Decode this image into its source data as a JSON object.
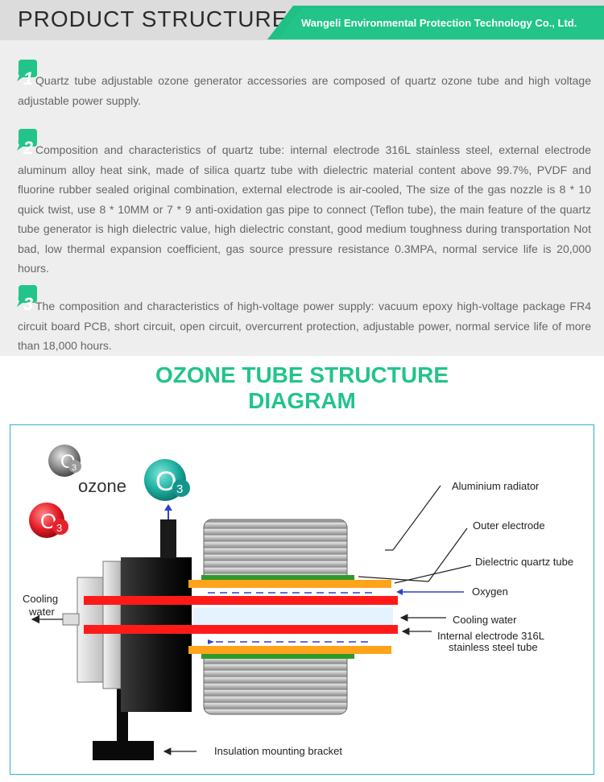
{
  "header": {
    "title": "PRODUCT STRUCTURE",
    "company": "Wangeli Environmental Protection Technology Co., Ltd."
  },
  "items": [
    {
      "number": "1",
      "text": "Quartz tube adjustable ozone generator accessories are composed of quartz ozone tube and high voltage adjustable power supply."
    },
    {
      "number": "2",
      "text": "Composition and characteristics of quartz tube: internal electrode 316L stainless steel, external electrode aluminum alloy heat sink, made of silica quartz tube with dielectric material content above 99.7%, PVDF and fluorine rubber sealed original combination, external electrode is air-cooled, The size of the gas nozzle is 8 * 10 quick twist, use 8 * 10MM or 7 * 9 anti-oxidation gas pipe to connect (Teflon tube), the main feature of the quartz tube generator is high dielectric value, high dielectric constant, good medium toughness during transportation Not bad, low thermal expansion coefficient, gas source pressure resistance 0.3MPA, normal service life is 20,000 hours."
    },
    {
      "number": "3",
      "text": "The composition and characteristics of high-voltage power supply: vacuum epoxy high-voltage package FR4 circuit board PCB, short circuit, open circuit, overcurrent protection, adjustable power, normal service life of more than 18,000 hours."
    }
  ],
  "diagram": {
    "title_line1": "OZONE TUBE STRUCTURE",
    "title_line2": "DIAGRAM",
    "ozone_word": "ozone",
    "o3_letter": "O",
    "o3_subscript": "3",
    "labels": {
      "aluminium_radiator": "Aluminium radiator",
      "outer_electrode": "Outer electrode",
      "dielectric_tube": "Dielectric quartz tube",
      "oxygen": "Oxygen",
      "cooling_water_right": "Cooling water",
      "inner_electrode_line1": "Internal electrode 316L",
      "inner_electrode_line2": "stainless steel tube",
      "cooling_water_left_line1": "Cooling",
      "cooling_water_left_line2": "water",
      "bracket": "Insulation mounting bracket"
    },
    "colors": {
      "accent": "#22c48a",
      "electrode_red": "#ff1a1a",
      "quartz_orange": "#ffa31a",
      "outer_green": "#2f9a2a",
      "o3_teal": "#1fb0a0",
      "o3_red": "#e8202a",
      "o3_gray": "#8a8a8a"
    }
  }
}
